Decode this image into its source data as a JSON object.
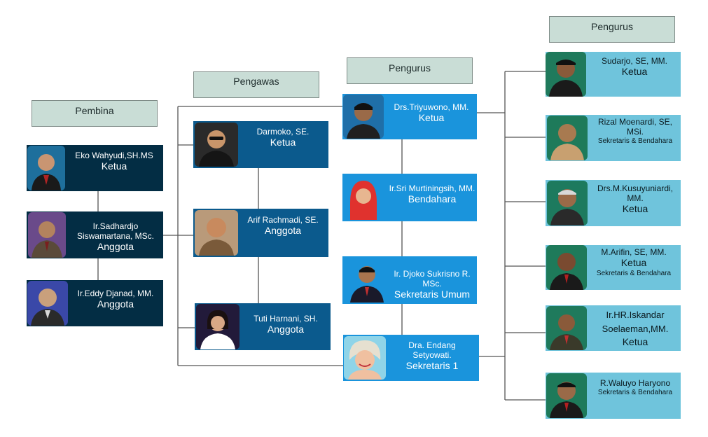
{
  "headers": {
    "pembina": "Pembina",
    "pengawas": "Pengawas",
    "pengurus_center": "Pengurus",
    "pengurus_right": "Pengurus"
  },
  "pembina": [
    {
      "name": "Eko Wahyudi,SH.MS",
      "role": "Ketua"
    },
    {
      "name": "Ir.Sadhardjo Siswamartana, MSc.",
      "role": "Anggota"
    },
    {
      "name": "Ir.Eddy Djanad, MM.",
      "role": "Anggota"
    }
  ],
  "pengawas": [
    {
      "name": "Darmoko, SE.",
      "role": "Ketua"
    },
    {
      "name": "Arif Rachmadi, SE.",
      "role": "Anggota"
    },
    {
      "name": "Tuti Harnani, SH.",
      "role": "Anggota"
    }
  ],
  "pengurus_center": [
    {
      "name": "Drs.Triyuwono, MM.",
      "role": "Ketua"
    },
    {
      "name": "Ir.Sri Murtiningsih, MM.",
      "role": "Bendahara"
    },
    {
      "name": "Ir. Djoko Sukrisno R. MSc.",
      "role": "Sekretaris Umum"
    },
    {
      "name": "Dra. Endang Setyowati.",
      "role": "Sekretaris 1"
    }
  ],
  "pengurus_right": [
    {
      "name": "Sudarjo, SE, MM.",
      "role": "Ketua"
    },
    {
      "name": "Rizal Moenardi, SE, MSi.",
      "role": "Sekretaris & Bendahara"
    },
    {
      "name": "Drs.M.Kusuyuniardi, MM.",
      "role": "Ketua"
    },
    {
      "name": "M.Arifin, SE, MM.",
      "role": "Ketua",
      "role2": "Sekretaris & Bendahara"
    },
    {
      "name": "Ir.HR.Iskandar Soelaeman,MM.",
      "role": "Ketua"
    },
    {
      "name": "R.Waluyo Haryono",
      "role": "Sekretaris & Bendahara"
    }
  ],
  "colors": {
    "header_fill": "#c9ddd6",
    "pembina_card": "#032d44",
    "pengawas_card": "#0b5a8d",
    "pengurus_center_card": "#1a94dc",
    "pengurus_right_card": "#6fc4dc",
    "connector": "#555555"
  },
  "icons": {
    "photo": "person-photo-icon"
  }
}
